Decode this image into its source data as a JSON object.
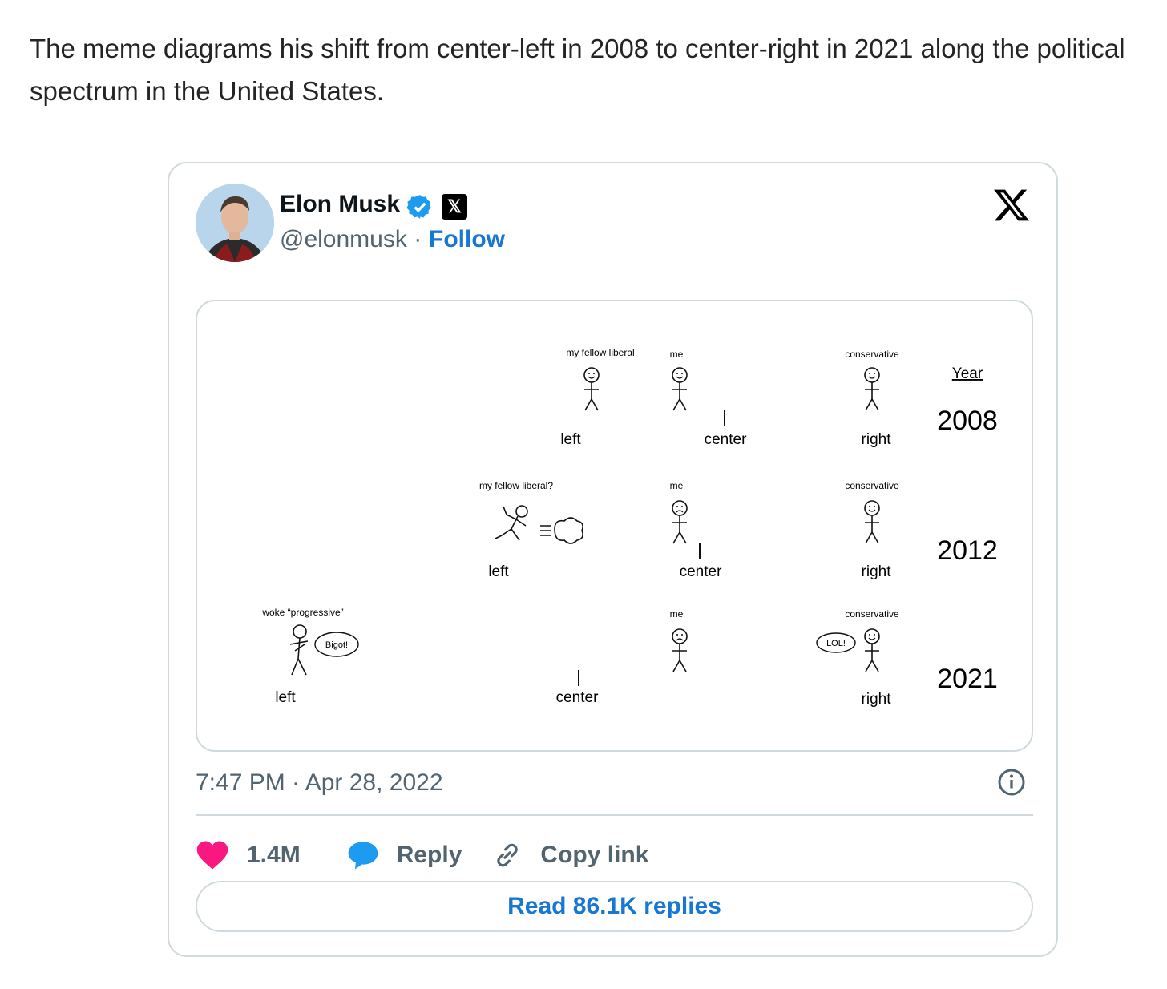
{
  "caption": "The meme diagrams his shift from center-left in 2008 to center-right in 2021 along the political spectrum in the United States.",
  "tweet": {
    "name": "Elon Musk",
    "handle": "@elonmusk",
    "separator": "·",
    "follow": "Follow",
    "timestamp": "7:47 PM · Apr 28, 2022",
    "likes": "1.4M",
    "reply_label": "Reply",
    "copy_label": "Copy link",
    "read_replies": "Read 86.1K replies"
  },
  "meme": {
    "year_header": "Year",
    "rows": [
      {
        "year": "2008",
        "left": "left",
        "center": "center",
        "right": "right",
        "liberal_label": "my fellow liberal",
        "me_label": "me",
        "conservative_label": "conservative"
      },
      {
        "year": "2012",
        "left": "left",
        "center": "center",
        "right": "right",
        "liberal_label": "my fellow liberal?",
        "me_label": "me",
        "conservative_label": "conservative"
      },
      {
        "year": "2021",
        "left": "left",
        "center": "center",
        "right": "right",
        "liberal_label": "woke “progressive”",
        "me_label": "me",
        "conservative_label": "conservative",
        "bubble_left": "Bigot!",
        "bubble_right": "LOL!"
      }
    ]
  },
  "colors": {
    "accent": "#1877d4",
    "like": "#f91880",
    "reply_bubble": "#1d9bf0",
    "line_left": "#3f6fc4",
    "line_right": "#d23a3a"
  },
  "icons": [
    "verified-badge-icon",
    "x-logo-icon",
    "info-icon",
    "heart-icon",
    "reply-bubble-icon",
    "link-icon"
  ]
}
